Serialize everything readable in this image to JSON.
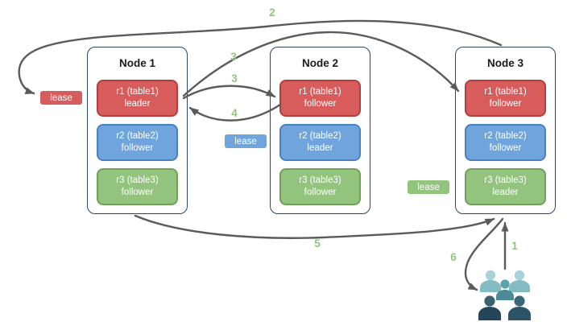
{
  "diagram_title": "replica leaseholder and leader distribution across three nodes",
  "colors": {
    "replica_red": "#d95c5c",
    "replica_red_border": "#b23d3d",
    "replica_blue": "#6fa5dc",
    "replica_blue_border": "#4a7fc1",
    "replica_green": "#93c47d",
    "replica_green_border": "#6fa157",
    "node_border": "#2b4768",
    "arrow_gray": "#5b5b5b",
    "flow_number_green": "#93c47d",
    "users_light_teal": "#a9d2d8",
    "users_mid_teal": "#5ba4ae",
    "users_dark_navy": "#24465a"
  },
  "nodes": [
    {
      "title": "Node 1",
      "replicas": [
        {
          "name": "r1 (table1)",
          "role": "leader",
          "color": "red"
        },
        {
          "name": "r2 (table2)",
          "role": "follower",
          "color": "blue"
        },
        {
          "name": "r3 (table3)",
          "role": "follower",
          "color": "green"
        }
      ]
    },
    {
      "title": "Node 2",
      "replicas": [
        {
          "name": "r1 (table1)",
          "role": "follower",
          "color": "red"
        },
        {
          "name": "r2 (table2)",
          "role": "leader",
          "color": "blue"
        },
        {
          "name": "r3 (table3)",
          "role": "follower",
          "color": "green"
        }
      ]
    },
    {
      "title": "Node 3",
      "replicas": [
        {
          "name": "r1 (table1)",
          "role": "follower",
          "color": "red"
        },
        {
          "name": "r2 (table2)",
          "role": "follower",
          "color": "blue"
        },
        {
          "name": "r3 (table3)",
          "role": "leader",
          "color": "green"
        }
      ]
    }
  ],
  "leases": [
    {
      "label": "lease",
      "color": "red"
    },
    {
      "label": "lease",
      "color": "blue"
    },
    {
      "label": "lease",
      "color": "green"
    }
  ],
  "flow_numbers": [
    {
      "label": "1"
    },
    {
      "label": "2"
    },
    {
      "label": "3"
    },
    {
      "label": "3"
    },
    {
      "label": "4"
    },
    {
      "label": "5"
    },
    {
      "label": "6"
    }
  ],
  "icons": {
    "users": "users-icon"
  }
}
